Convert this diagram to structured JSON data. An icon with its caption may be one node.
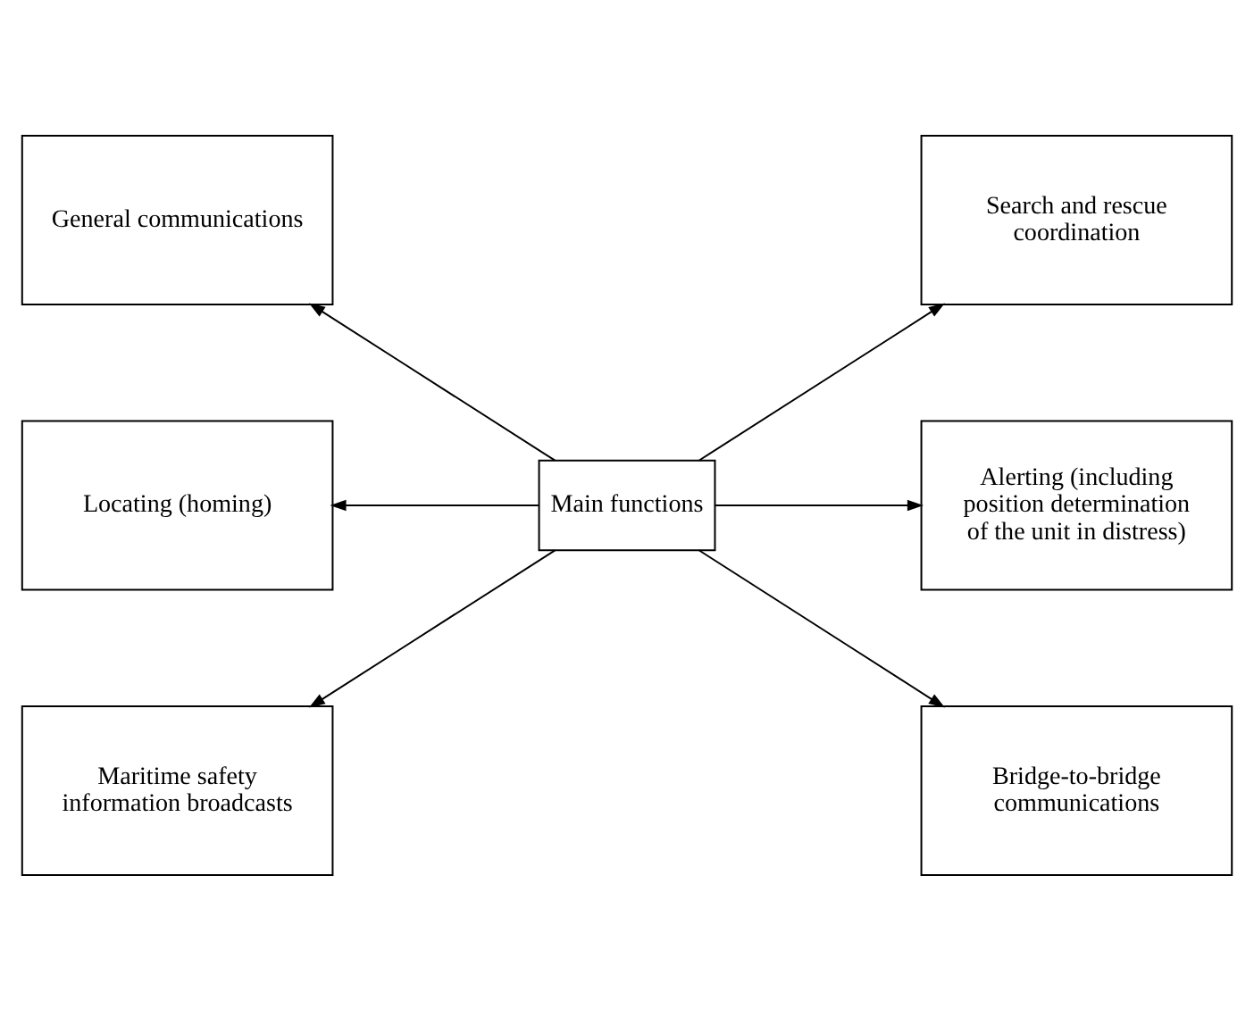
{
  "diagram": {
    "nodes": [
      {
        "text": [
          "General communications"
        ]
      },
      {
        "text": [
          "Search and rescue coordination"
        ]
      },
      {
        "text": [
          "Locating (homing)"
        ]
      },
      {
        "text": [
          "Main functions"
        ]
      },
      {
        "text": [
          "Alerting (including position determination of the unit in distress)"
        ]
      },
      {
        "text": [
          "Maritime safety information broadcasts"
        ]
      },
      {
        "text": [
          "Bridge-to-bridge communications"
        ]
      }
    ],
    "edges": [
      {
        "from": 3,
        "to": 0,
        "arrow": "to"
      },
      {
        "from": 3,
        "to": 1,
        "arrow": "to"
      },
      {
        "from": 3,
        "to": 2,
        "arrow": "to"
      },
      {
        "from": 3,
        "to": 4,
        "arrow": "to"
      },
      {
        "from": 3,
        "to": 5,
        "arrow": "to"
      },
      {
        "from": 3,
        "to": 6,
        "arrow": "to"
      }
    ]
  }
}
